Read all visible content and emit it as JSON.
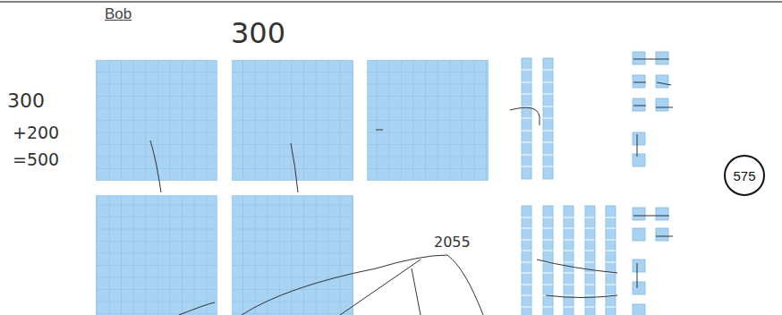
{
  "diagram": {
    "title": "Bob",
    "nodes": [
      {
        "text": [
          "575"
        ]
      }
    ],
    "labels": [
      "300",
      "300",
      "+200",
      "=500",
      "2055"
    ]
  }
}
